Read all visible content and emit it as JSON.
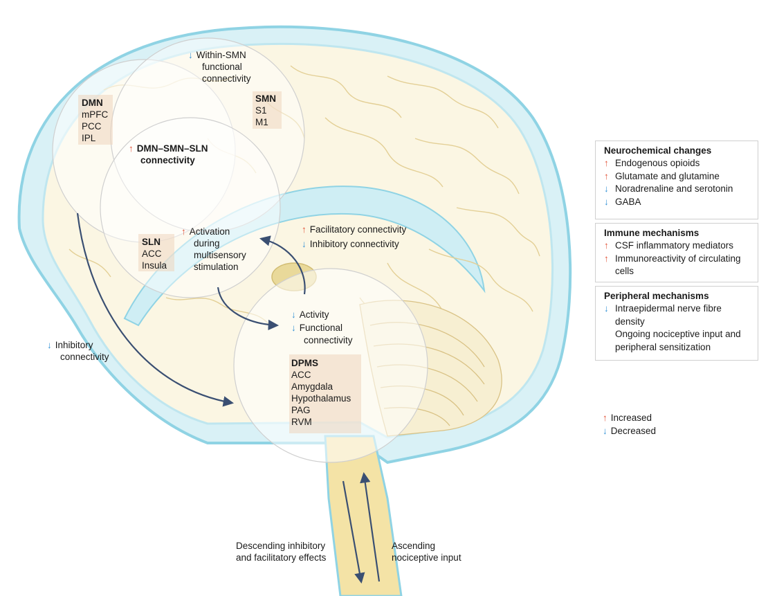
{
  "regions": {
    "dmn": {
      "title": "DMN",
      "items": [
        "mPFC",
        "PCC",
        "IPL"
      ]
    },
    "smn": {
      "title": "SMN",
      "items": [
        "S1",
        "M1"
      ]
    },
    "sln": {
      "title": "SLN",
      "items": [
        "ACC",
        "Insula"
      ]
    },
    "dpms": {
      "title": "DPMS",
      "items": [
        "ACC",
        "Amygdala",
        "Hypothalamus",
        "PAG",
        "RVM"
      ]
    }
  },
  "annotations": {
    "within_smn": [
      "Within-SMN",
      "functional",
      "connectivity"
    ],
    "dmn_smn_sln": [
      "DMN–SMN–SLN",
      "connectivity"
    ],
    "activation": [
      "Activation",
      "during",
      "multisensory",
      "stimulation"
    ],
    "facilitatory": "Facilitatory connectivity",
    "inhibitory_right": "Inhibitory connectivity",
    "activity": "Activity",
    "functional_conn": [
      "Functional",
      "connectivity"
    ],
    "inhibitory_left": [
      "Inhibitory",
      "connectivity"
    ],
    "descending": [
      "Descending inhibitory",
      "and facilitatory effects"
    ],
    "ascending": [
      "Ascending",
      "nociceptive input"
    ]
  },
  "panels": {
    "neurochemical": {
      "title": "Neurochemical changes",
      "items": [
        {
          "dir": "up",
          "text": "Endogenous opioids"
        },
        {
          "dir": "up",
          "text": "Glutamate and glutamine"
        },
        {
          "dir": "down",
          "text": "Noradrenaline and serotonin"
        },
        {
          "dir": "down",
          "text": "GABA"
        }
      ]
    },
    "immune": {
      "title": "Immune mechanisms",
      "items": [
        {
          "dir": "up",
          "text": "CSF inflammatory mediators"
        },
        {
          "dir": "up",
          "text": "Immunoreactivity of circulating cells"
        }
      ]
    },
    "peripheral": {
      "title": "Peripheral mechanisms",
      "items": [
        {
          "dir": "down",
          "text": "Intraepidermal nerve fibre density"
        },
        {
          "dir": "none",
          "text": "Ongoing nociceptive input and peripheral sensitization"
        }
      ]
    }
  },
  "legend": [
    {
      "dir": "up",
      "text": "Increased"
    },
    {
      "dir": "down",
      "text": "Decreased"
    }
  ],
  "colors": {
    "increase_arrow": "#e2553a",
    "decrease_arrow": "#2e8fd4",
    "pathway_arrow": "#3a4f72",
    "brain_outline": "#8fd3e4",
    "brain_fill": "#fbf6e3",
    "region_block": "#eed6be"
  }
}
